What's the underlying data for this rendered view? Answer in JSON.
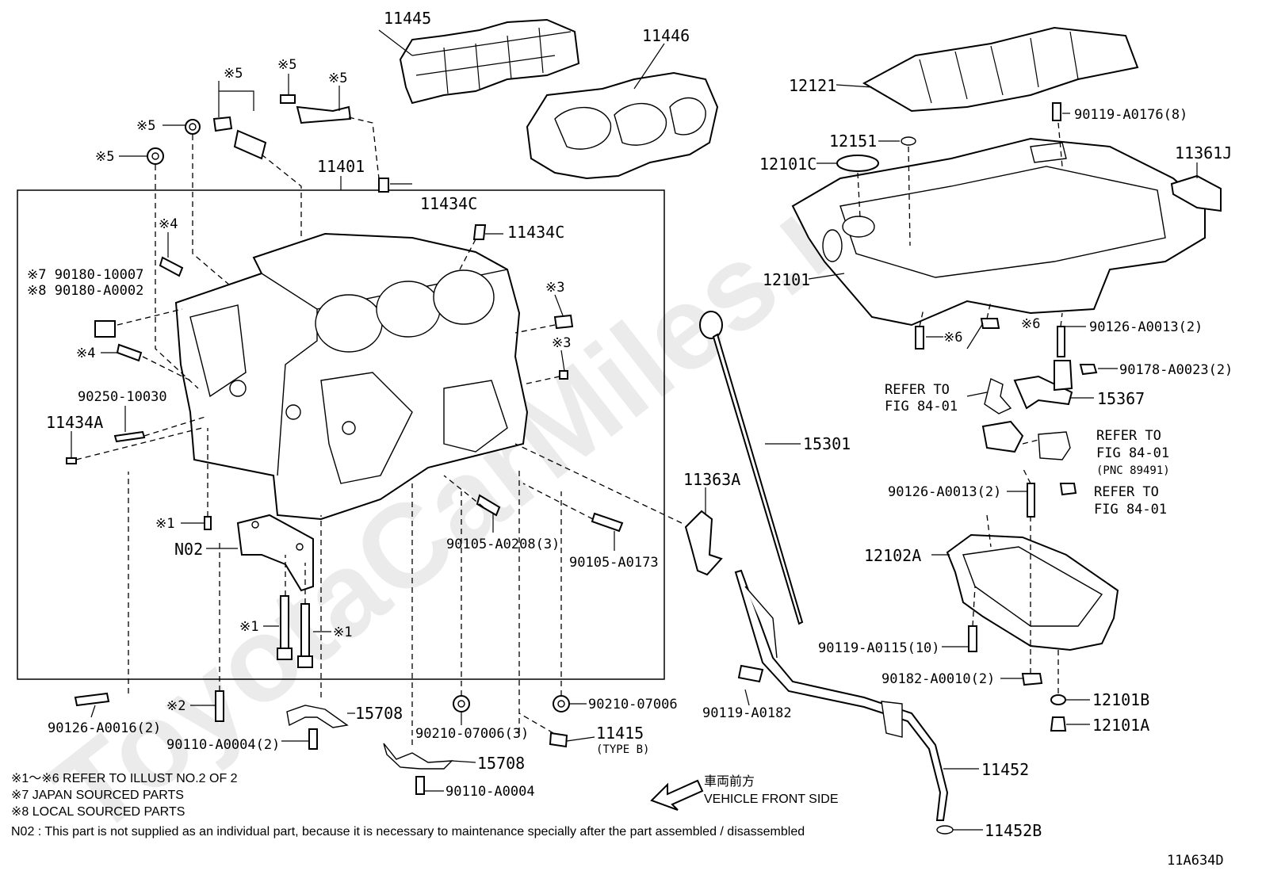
{
  "watermark": "ToyotaCarMiles.ru",
  "diagram_code": "11A634D",
  "parts": {
    "p11445": "11445",
    "p11446": "11446",
    "p12121": "12121",
    "p90119_A0176": "90119-A0176(8)",
    "p12151": "12151",
    "p12101C": "12101C",
    "p11361J": "11361J",
    "p12101": "12101",
    "p11401": "11401",
    "p11434C_1": "11434C",
    "p11434C_2": "11434C",
    "m5_a": "※5",
    "m5_b": "※5",
    "m5_c": "※5",
    "m5_d": "※5",
    "m5_e": "※5",
    "m4_a": "※4",
    "m4_b": "※4",
    "m3_a": "※3",
    "m3_b": "※3",
    "m7_line": "※7 90180-10007",
    "m8_line": "※8 90180-A0002",
    "p90250_10030": "90250-10030",
    "p11434A": "11434A",
    "m1_a": "※1",
    "m1_b": "※1",
    "m1_c": "※1",
    "m2": "※2",
    "pN02": "N02",
    "p90105_A0208": "90105-A0208(3)",
    "p90105_A0173": "90105-A0173",
    "p15301": "15301",
    "p11363A": "11363A",
    "m6_a": "※6",
    "m6_b": "※6",
    "p90126_A0013_top": "90126-A0013(2)",
    "p90178_A0023": "90178-A0023(2)",
    "p15367": "15367",
    "ref1_a": "REFER TO",
    "ref1_b": "FIG 84-01",
    "ref2_a": "REFER TO",
    "ref2_b": "FIG 84-01",
    "ref2_c": "(PNC 89491)",
    "ref3_a": "REFER TO",
    "ref3_b": "FIG 84-01",
    "p90126_A0013_mid": "90126-A0013(2)",
    "p12102A": "12102A",
    "p90119_A0115": "90119-A0115(10)",
    "p90182_A0010": "90182-A0010(2)",
    "p12101B": "12101B",
    "p12101A": "12101A",
    "p90126_A0016": "90126-A0016(2)",
    "p90110_A0004_2": "90110-A0004(2)",
    "p15708_a": "15708",
    "p90210_07006_3": "90210-07006(3)",
    "p90210_07006": "90210-07006",
    "p11415": "11415",
    "p11415_type": "(TYPE B)",
    "p15708_b": "15708",
    "p90110_A0004": "90110-A0004",
    "p90119_A0182": "90119-A0182",
    "p11452": "11452",
    "p11452B": "11452B"
  },
  "legend": {
    "line1": "※1～※6 REFER TO ILLUST NO.2 OF 2",
    "line2": "※7  JAPAN SOURCED PARTS",
    "line3": "※8  LOCAL SOURCED PARTS",
    "line4": "N02 : This part is not supplied as an individual part, because it is necessary to maintenance specially after the part assembled / disassembled"
  },
  "direction": {
    "jp": "車両前方",
    "en": "VEHICLE FRONT SIDE"
  }
}
